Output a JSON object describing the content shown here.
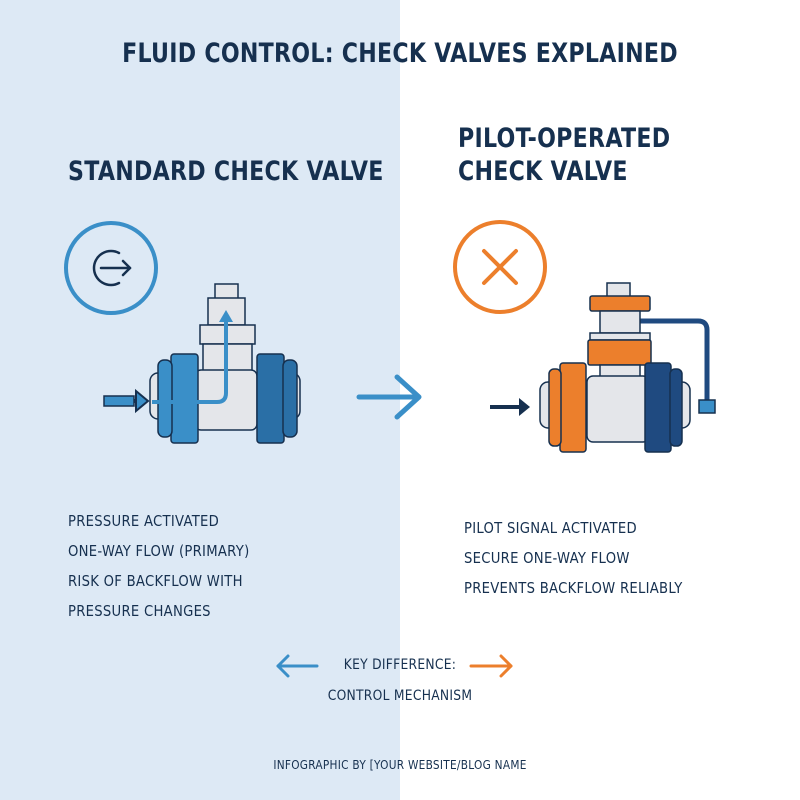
{
  "title": "FLUID CONTROL: CHECK VALVES EXPLAINED",
  "standard": {
    "heading": "STANDARD CHECK VALVE",
    "features": [
      "PRESSURE ACTIVATED",
      "ONE-WAY FLOW (PRIMARY)",
      "RISK OF BACKFLOW WITH",
      "PRESSURE CHANGES"
    ]
  },
  "pilot": {
    "heading_line1": "PILOT-OPERATED",
    "heading_line2": "CHECK VALVE",
    "features": [
      "PILOT SIGNAL ACTIVATED",
      "SECURE ONE-WAY FLOW",
      "PREVENTS BACKFLOW RELIABLY"
    ]
  },
  "key_difference": {
    "label": "KEY DIFFERENCE:",
    "value": "CONTROL MECHANISM"
  },
  "footer": "INFOGRAPHIC BY [YOUR WEBSITE/BLOG NAME",
  "colors": {
    "left_background": "#dde9f5",
    "navy": "#16304f",
    "blue": "#3a8fc8",
    "orange": "#ec7f2c",
    "gray_body": "#e4e6ea"
  }
}
